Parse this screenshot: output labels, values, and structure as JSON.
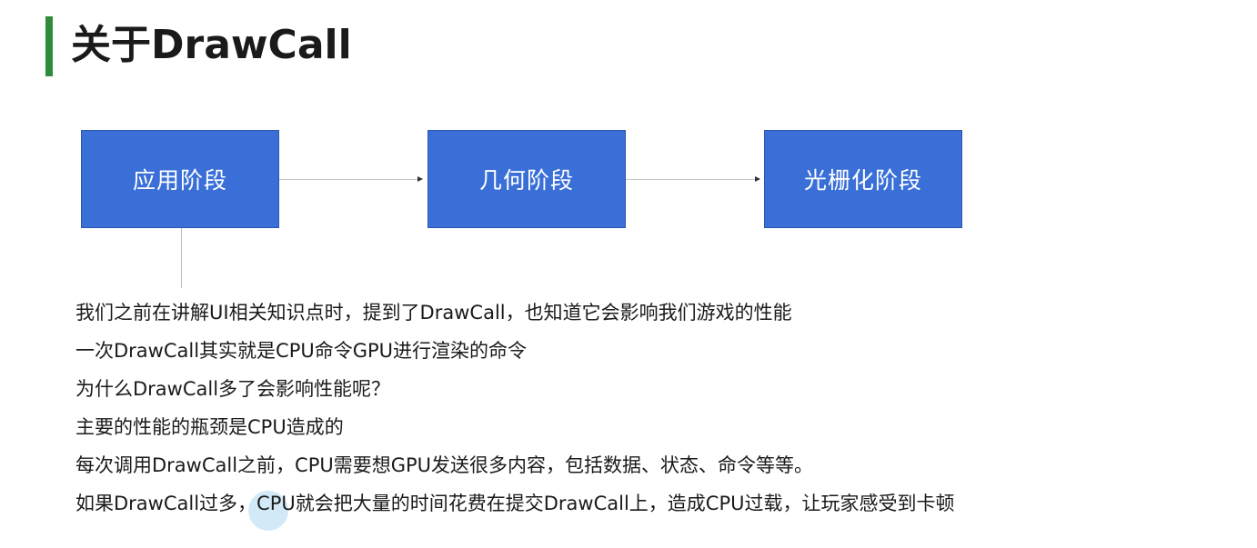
{
  "title": "关于DrawCall",
  "colors": {
    "accent_bar": "#2e8b3a",
    "stage_fill": "#3b6fd8",
    "stage_text": "#ffffff"
  },
  "stages": [
    {
      "label": "应用阶段"
    },
    {
      "label": "几何阶段"
    },
    {
      "label": "光栅化阶段"
    }
  ],
  "paragraphs": [
    "我们之前在讲解UI相关知识点时，提到了DrawCall，也知道它会影响我们游戏的性能",
    "一次DrawCall其实就是CPU命令GPU进行渲染的命令",
    "为什么DrawCall多了会影响性能呢？",
    "主要的性能的瓶颈是CPU造成的",
    "每次调用DrawCall之前，CPU需要想GPU发送很多内容，包括数据、状态、命令等等。",
    "如果DrawCall过多，CPU就会把大量的时间花费在提交DrawCall上，造成CPU过载，让玩家感受到卡顿"
  ]
}
